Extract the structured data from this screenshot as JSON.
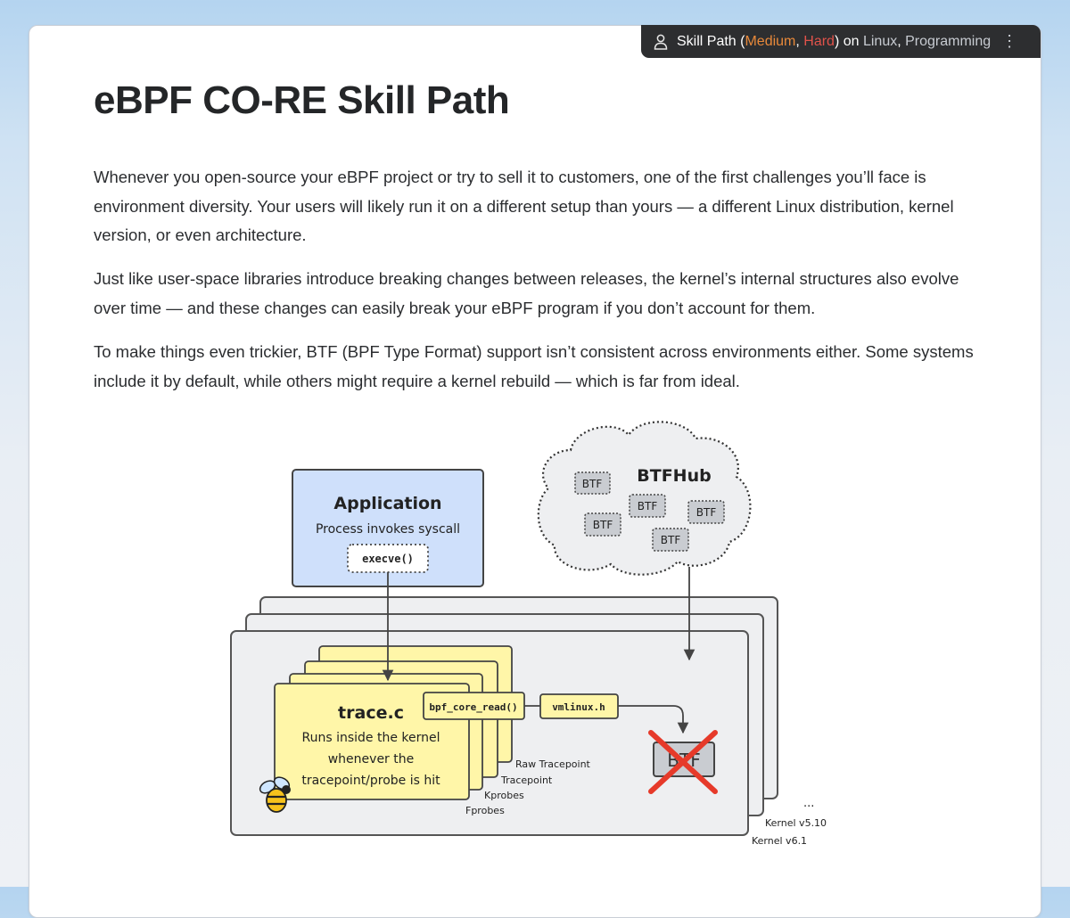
{
  "badge": {
    "prefix": "Skill Path (",
    "level_medium": "Medium",
    "comma1": ", ",
    "level_hard": "Hard",
    "mid": ") on ",
    "topic_linux": "Linux",
    "comma2": ", ",
    "topic_programming": "Programming",
    "icon": "user-icon",
    "menu_icon": "more-vertical-icon",
    "colors": {
      "medium": "#e8893a",
      "hard": "#e0524a"
    }
  },
  "page": {
    "title": "eBPF CO-RE Skill Path",
    "paragraphs": [
      "Whenever you open-source your eBPF project or try to sell it to customers, one of the first challenges you’ll face is environment diversity. Your users will likely run it on a different setup than yours — a different Linux distribution, kernel version, or even architecture.",
      "Just like user-space libraries introduce breaking changes between releases, the kernel’s internal structures also evolve over time — and these changes can easily break your eBPF program if you don’t account for them.",
      "To make things even trickier, BTF (BPF Type Format) support isn’t consistent across environments either. Some systems include it by default, while others might require a kernel rebuild — which is far from ideal."
    ]
  },
  "diagram": {
    "application": {
      "title": "Application",
      "subtitle": "Process invokes syscall",
      "call": "execve()"
    },
    "btfhub": {
      "title": "BTFHub",
      "chips": [
        "BTF",
        "BTF",
        "BTF",
        "BTF",
        "BTF"
      ]
    },
    "program": {
      "title": "trace.c",
      "desc_lines": [
        "Runs inside the kernel",
        "whenever the",
        "tracepoint/probe is hit"
      ],
      "helper": "bpf_core_read()",
      "header": "vmlinux.h",
      "hook_types": [
        "Raw Tracepoint",
        "Tracepoint",
        "Kprobes",
        "Fprobes"
      ]
    },
    "kernel": {
      "missing_btf": "BTF",
      "ellipsis": "...",
      "versions": [
        "Kernel v5.10",
        "Kernel v6.1"
      ]
    },
    "colors": {
      "application_fill": "#cfe0fb",
      "program_fill": "#fff6a8",
      "kernel_fill": "#eeeff1",
      "cross": "#e63a2a"
    }
  }
}
